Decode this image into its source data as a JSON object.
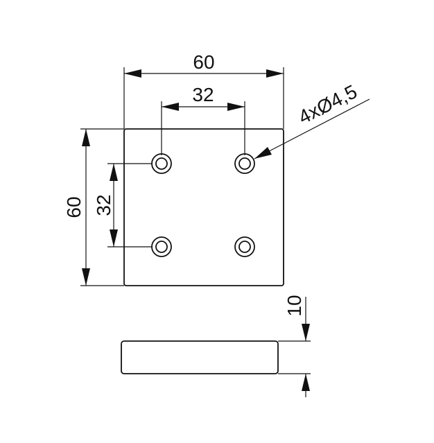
{
  "top_view": {
    "width_label": "60",
    "hole_spacing_x_label": "32",
    "height_label": "60",
    "hole_spacing_y_label": "32",
    "hole_callout": "4xØ4,5"
  },
  "side_view": {
    "thickness_label": "10"
  },
  "colors": {
    "line": "#111111",
    "background": "#ffffff"
  }
}
